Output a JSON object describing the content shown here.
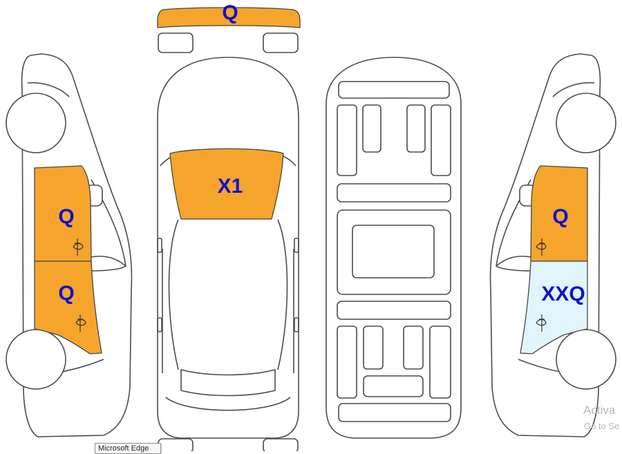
{
  "colors": {
    "coated": "#f5a52c",
    "light": "#dff4fb",
    "label": "#1111cc",
    "outline": "#4a4a4a"
  },
  "parts": {
    "rear_windshield": {
      "label": "Q",
      "fill": "coated"
    },
    "front_windshield": {
      "label": "X1",
      "fill": "coated"
    },
    "left_front_window": {
      "label": "Q",
      "fill": "coated"
    },
    "left_rear_window": {
      "label": "Q",
      "fill": "coated"
    },
    "right_front_window": {
      "label": "Q",
      "fill": "coated"
    },
    "right_rear_window": {
      "label": "XXQ",
      "fill": "light"
    }
  },
  "watermark": {
    "line1": "Activa",
    "line2": "Go to Se"
  },
  "tooltip": {
    "text": "Microsoft Edge"
  }
}
